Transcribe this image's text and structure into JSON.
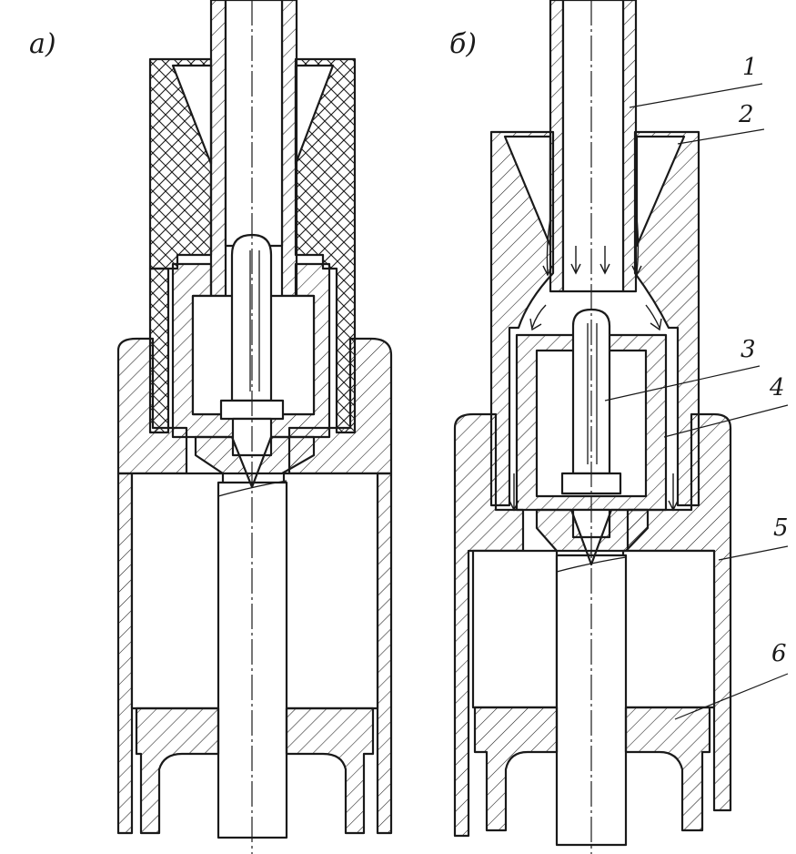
{
  "subfigures": [
    {
      "id": "a",
      "label": "a)"
    },
    {
      "id": "b",
      "label": "б)"
    }
  ],
  "callouts": [
    {
      "number": "1"
    },
    {
      "number": "2"
    },
    {
      "number": "3"
    },
    {
      "number": "4"
    },
    {
      "number": "5"
    },
    {
      "number": "6"
    }
  ]
}
